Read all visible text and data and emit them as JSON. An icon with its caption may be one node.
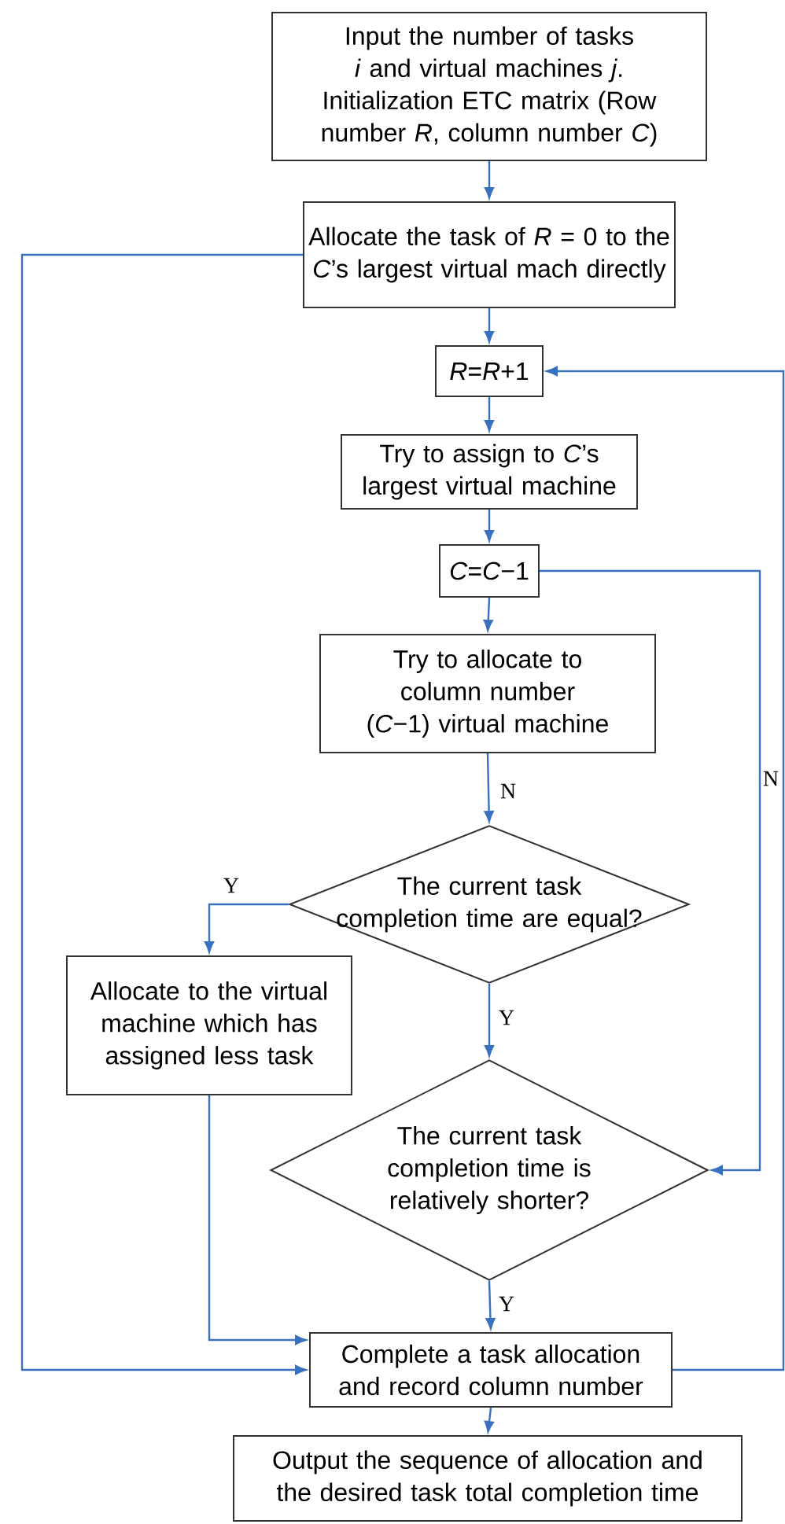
{
  "diagram": {
    "nodes": [
      {
        "text": [
          "Input the number of tasks *i* and virtual machines *j*. Initialization ETC matrix (Row number *R*, column number *C*)"
        ]
      },
      {
        "text": [
          "Allocate the task of *R* = 0 to the *C*’s largest virtual mach directly"
        ]
      },
      {
        "text": [
          "*R*=*R*+1"
        ]
      },
      {
        "text": [
          "Try to assign to *C*’s largest virtual machine"
        ]
      },
      {
        "text": [
          "*C*=*C*−1"
        ]
      },
      {
        "text": [
          "Try to allocate to column number (*C*−1) virtual machine"
        ]
      },
      {
        "text": [
          "The current task completion time are equal?"
        ]
      },
      {
        "text": [
          "Allocate to the virtual machine which has assigned less task"
        ]
      },
      {
        "text": [
          "The current task completion time is relatively shorter?"
        ]
      },
      {
        "text": [
          "Complete a task allocation and record column number"
        ]
      },
      {
        "text": [
          "Output the sequence of allocation and the desired task total completion time"
        ]
      }
    ],
    "edges": [
      {
        "from": 0,
        "to": 1,
        "arrow": "to"
      },
      {
        "from": 1,
        "to": 2,
        "arrow": "to"
      },
      {
        "from": 2,
        "to": 3,
        "arrow": "to"
      },
      {
        "from": 3,
        "to": 4,
        "arrow": "to"
      },
      {
        "from": 4,
        "to": 5,
        "arrow": "to"
      },
      {
        "from": 5,
        "to": 6,
        "arrow": "to",
        "label": "N"
      },
      {
        "from": 6,
        "to": 7,
        "arrow": "to",
        "label": "Y"
      },
      {
        "from": 6,
        "to": 8,
        "arrow": "to",
        "label": "Y"
      },
      {
        "from": 4,
        "to": 8,
        "arrow": "to",
        "label": "N"
      },
      {
        "from": 7,
        "to": 9,
        "arrow": "to"
      },
      {
        "from": 1,
        "to": 9,
        "arrow": "to"
      },
      {
        "from": 8,
        "to": 9,
        "arrow": "to",
        "label": "Y"
      },
      {
        "from": 9,
        "to": 2,
        "arrow": "to"
      },
      {
        "from": 9,
        "to": 10,
        "arrow": "to"
      }
    ]
  }
}
